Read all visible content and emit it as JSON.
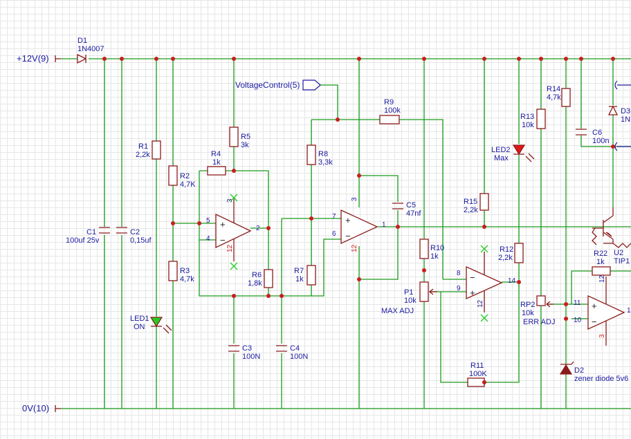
{
  "nets": {
    "vcc": "+12V(9)",
    "gnd": "0V(10)",
    "vctrl": "VoltageControl(5)"
  },
  "components": [
    {
      "id": "D1",
      "value": "1N4007"
    },
    {
      "id": "C1",
      "value": "100uf 25v"
    },
    {
      "id": "C2",
      "value": "0,15uf"
    },
    {
      "id": "R1",
      "value": "2,2k"
    },
    {
      "id": "R2",
      "value": "4,7K"
    },
    {
      "id": "R3",
      "value": "4,7k"
    },
    {
      "id": "LED1",
      "value": "ON"
    },
    {
      "id": "R4",
      "value": "1k"
    },
    {
      "id": "R5",
      "value": "3k"
    },
    {
      "id": "R6",
      "value": "1,8k"
    },
    {
      "id": "C3",
      "value": "100N"
    },
    {
      "id": "C4",
      "value": "100N"
    },
    {
      "id": "R8",
      "value": "3,3k"
    },
    {
      "id": "R7",
      "value": "1k"
    },
    {
      "id": "R9",
      "value": "100k"
    },
    {
      "id": "C5",
      "value": "47nf"
    },
    {
      "id": "R10",
      "value": "1k"
    },
    {
      "id": "P1",
      "value": "10k"
    },
    {
      "id": "R11",
      "value": "100K"
    },
    {
      "id": "R15",
      "value": "2,2k"
    },
    {
      "id": "LED2",
      "value": "Max"
    },
    {
      "id": "R13",
      "value": "10k"
    },
    {
      "id": "R12",
      "value": "2,2k"
    },
    {
      "id": "R14",
      "value": "4,7k"
    },
    {
      "id": "C6",
      "value": "100n"
    },
    {
      "id": "D3",
      "value": "1N"
    },
    {
      "id": "U2",
      "value": "TIP1"
    },
    {
      "id": "R22",
      "value": "1k"
    },
    {
      "id": "RP2",
      "value": "10k"
    },
    {
      "id": "D2",
      "value": "zener diode 5v6"
    }
  ],
  "notes": {
    "max_adj": "MAX ADJ",
    "err_adj": "ERR ADJ"
  },
  "pins": [
    "3",
    "5",
    "4",
    "2",
    "12",
    "3",
    "7",
    "6",
    "1",
    "12",
    "8",
    "9",
    "14",
    "12",
    "11",
    "10",
    "12",
    "3",
    "1"
  ],
  "colors": {
    "wire": "#1a9a1a",
    "component": "#8b1a1a",
    "junction": "#c81e1e",
    "label": "#1a1aa0",
    "pin_red": "#d02020",
    "grid": "#e6e6e6"
  }
}
